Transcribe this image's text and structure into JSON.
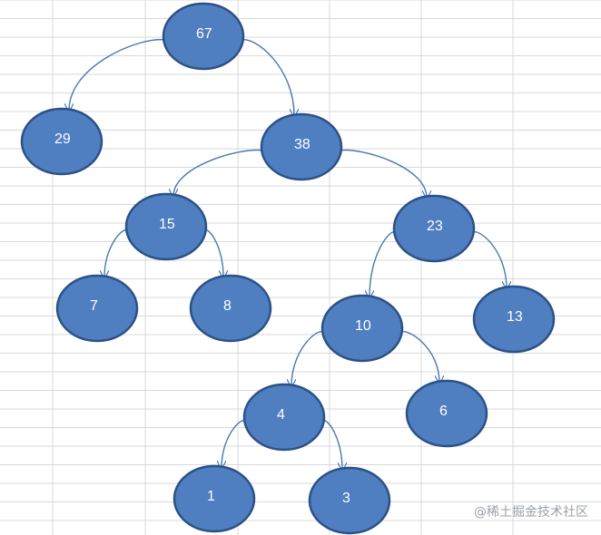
{
  "diagram": {
    "type": "binary-tree",
    "nodes": [
      {
        "id": "n67",
        "label": "67"
      },
      {
        "id": "n29",
        "label": "29"
      },
      {
        "id": "n38",
        "label": "38"
      },
      {
        "id": "n15",
        "label": "15"
      },
      {
        "id": "n23",
        "label": "23"
      },
      {
        "id": "n7",
        "label": "7"
      },
      {
        "id": "n8",
        "label": "8"
      },
      {
        "id": "n10",
        "label": "10"
      },
      {
        "id": "n13",
        "label": "13"
      },
      {
        "id": "n4",
        "label": "4"
      },
      {
        "id": "n6",
        "label": "6"
      },
      {
        "id": "n1",
        "label": "1"
      },
      {
        "id": "n3",
        "label": "3"
      }
    ],
    "edges": [
      {
        "from": "n67",
        "to": "n29"
      },
      {
        "from": "n67",
        "to": "n38"
      },
      {
        "from": "n38",
        "to": "n15"
      },
      {
        "from": "n38",
        "to": "n23"
      },
      {
        "from": "n15",
        "to": "n7"
      },
      {
        "from": "n15",
        "to": "n8"
      },
      {
        "from": "n23",
        "to": "n10"
      },
      {
        "from": "n23",
        "to": "n13"
      },
      {
        "from": "n10",
        "to": "n4"
      },
      {
        "from": "n10",
        "to": "n6"
      },
      {
        "from": "n4",
        "to": "n1"
      },
      {
        "from": "n4",
        "to": "n3"
      }
    ]
  },
  "colors": {
    "node_fill": "#4f7fc0",
    "node_stroke": "#2b5186",
    "edge": "#4a78b0",
    "grid": "#d9d9d9",
    "label": "#ffffff"
  },
  "watermark": {
    "text": "@稀土掘金技术社区"
  }
}
